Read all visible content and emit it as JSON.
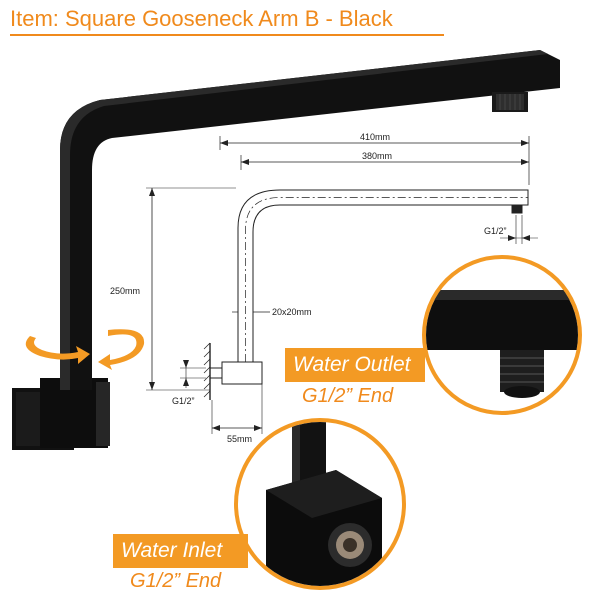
{
  "title": "Item: Square Gooseneck Arm B - Black",
  "dimensions": {
    "overall_length": "410mm",
    "arm_length": "380mm",
    "height": "250mm",
    "tube_section": "20x20mm",
    "wall_projection": "55mm",
    "outlet_thread": "G1/2”",
    "inlet_thread": "G1/2”"
  },
  "callouts": {
    "outlet_label": "Water Outlet",
    "outlet_sub": "G1/2” End",
    "inlet_label": "Water Inlet",
    "inlet_sub": "G1/2” End"
  },
  "colors": {
    "accent": "#f39a24",
    "product": "#111111"
  }
}
